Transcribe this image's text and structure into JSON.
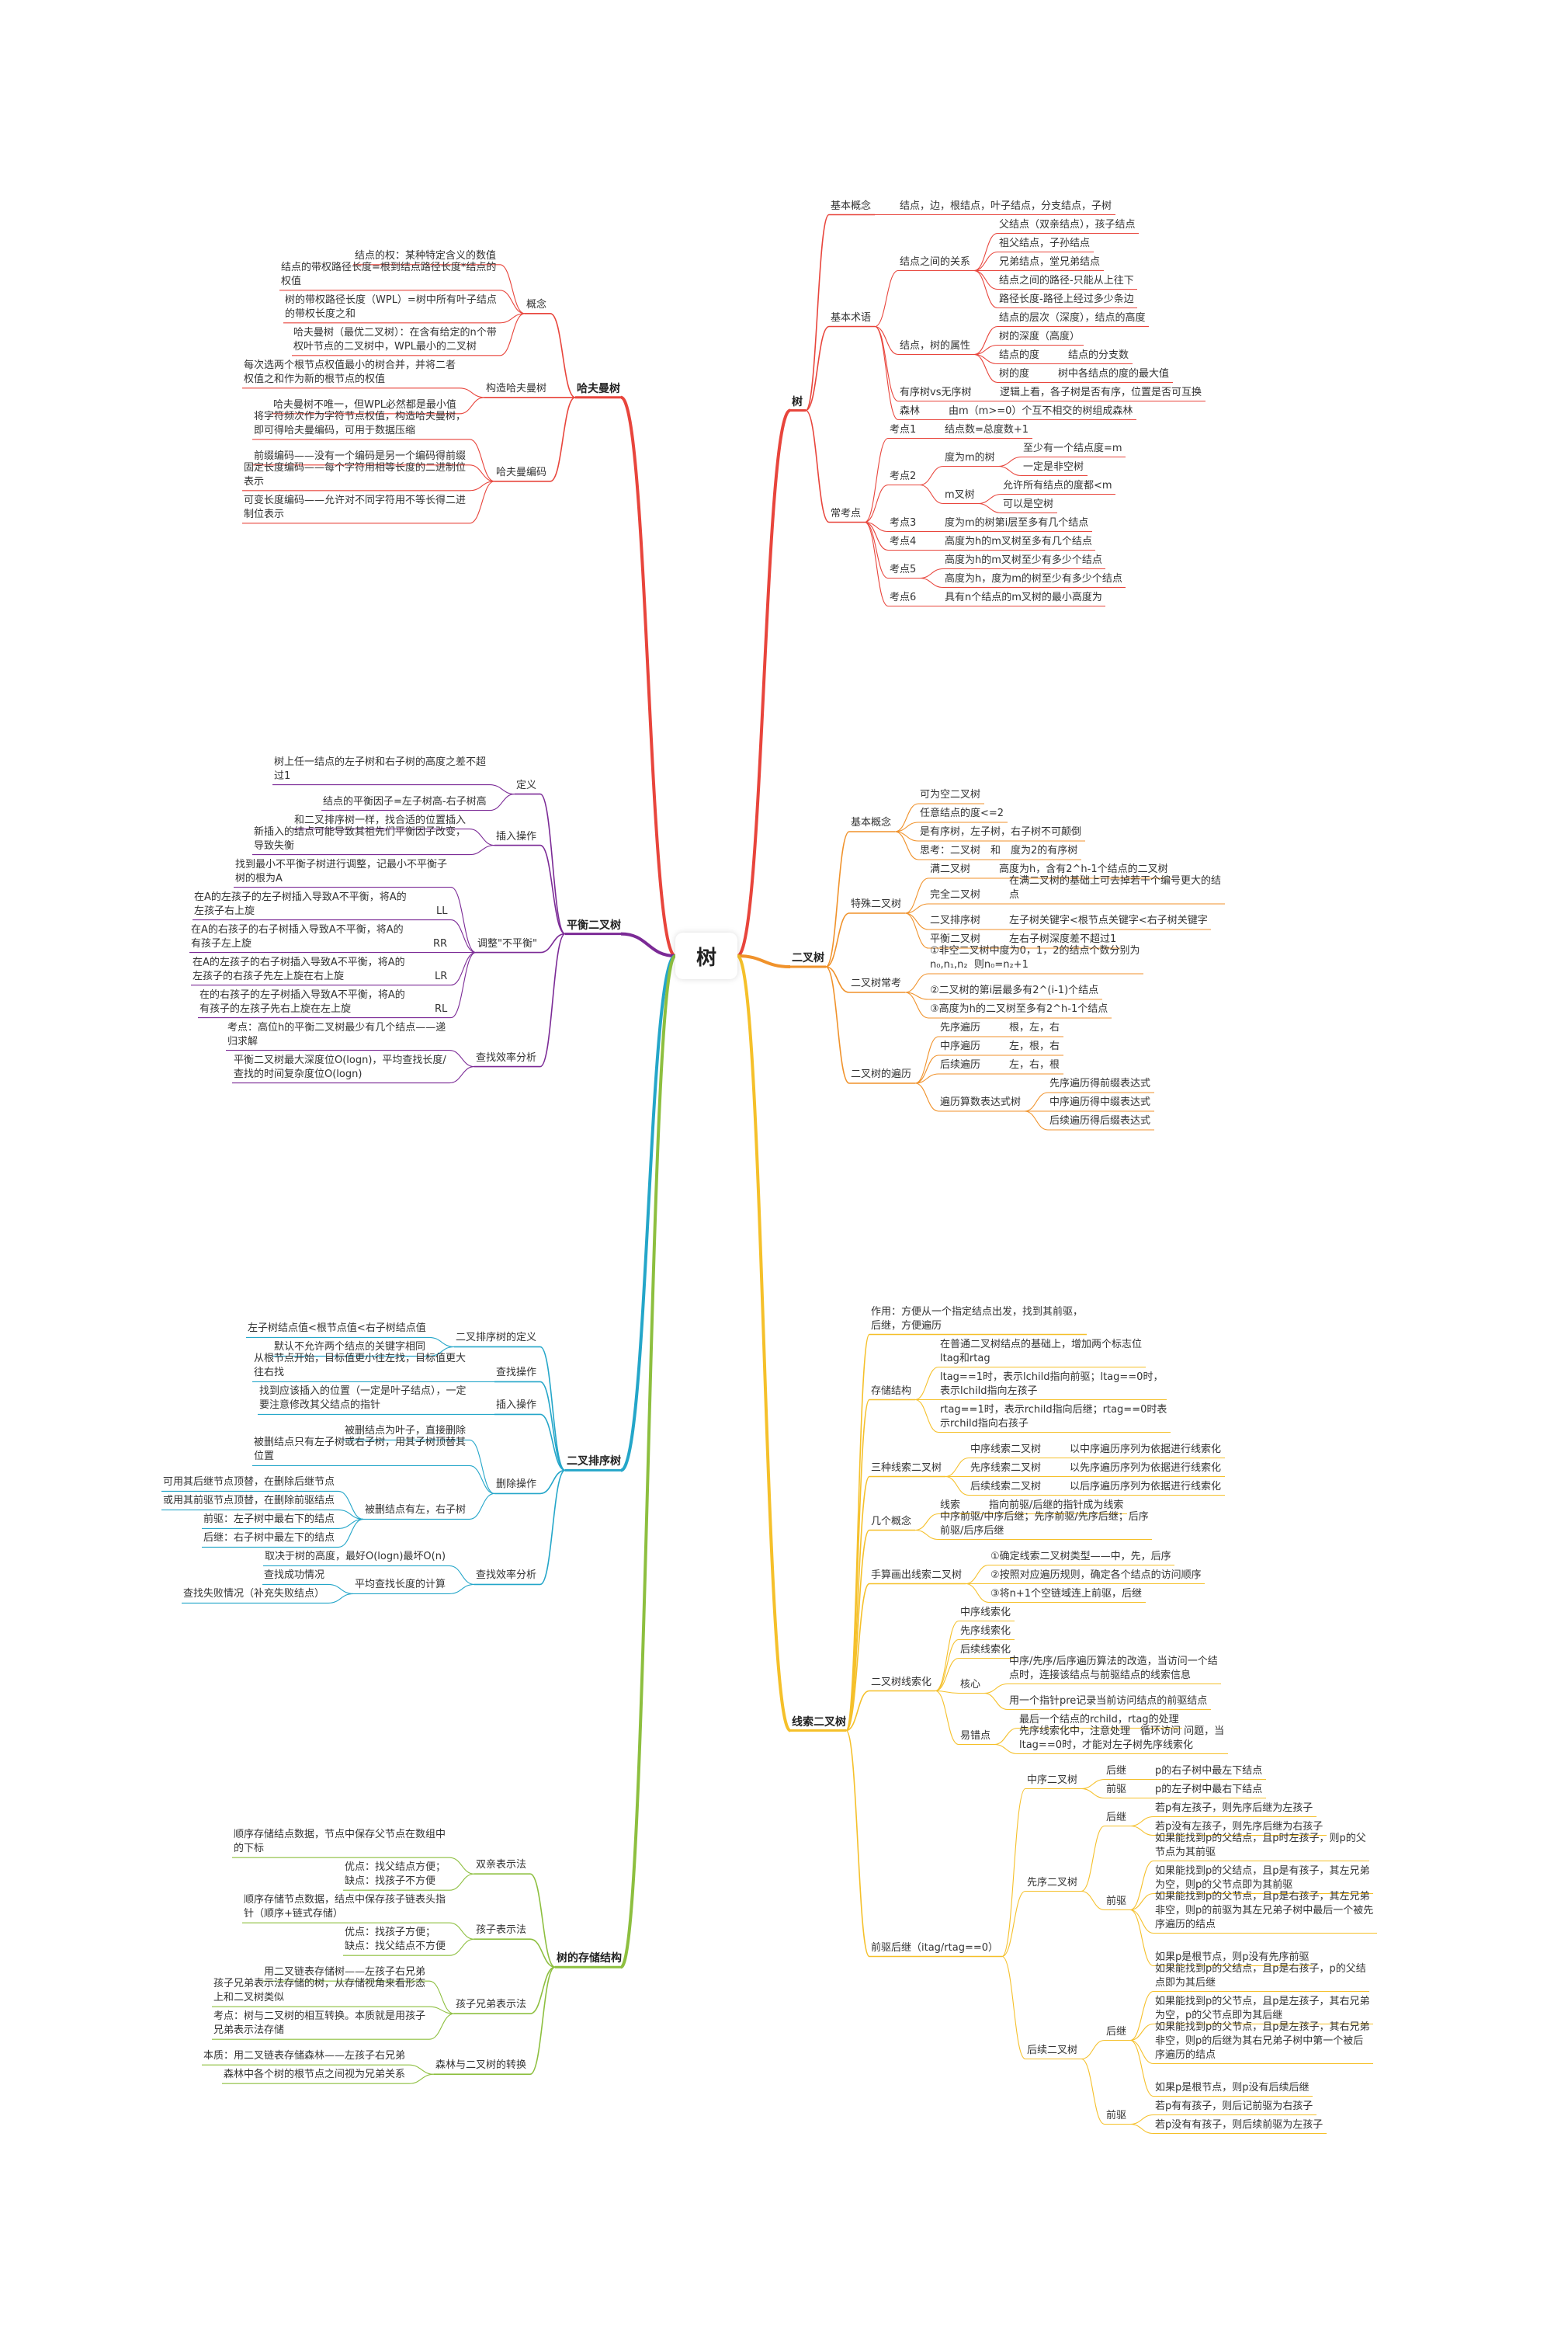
{
  "root": {
    "label": "树"
  },
  "colors": {
    "shu": "#e8453c",
    "erchashu": "#f0922b",
    "xiansuo": "#f5c02a",
    "cunchu": "#8dbf3f",
    "paixu": "#24a6c9",
    "pingheng": "#7b2a96",
    "hafuman": "#e8453c"
  },
  "branches": [
    {
      "key": "shu",
      "side": "right",
      "label": "树",
      "children": [
        {
          "label": "基本概念",
          "children": [
            {
              "label": "结点，边，根结点，叶子结点，分支结点，子树"
            }
          ]
        },
        {
          "label": "基本术语",
          "children": [
            {
              "label": "结点之间的关系",
              "children": [
                {
                  "label": "父结点（双亲结点），孩子结点"
                },
                {
                  "label": "祖父结点，子孙结点"
                },
                {
                  "label": "兄弟结点，堂兄弟结点"
                },
                {
                  "label": "结点之间的路径-只能从上往下"
                },
                {
                  "label": "路径长度-路径上经过多少条边"
                }
              ]
            },
            {
              "label": "结点，树的属性",
              "children": [
                {
                  "label": "结点的层次（深度），结点的高度"
                },
                {
                  "label": "树的深度（高度）"
                },
                {
                  "label": "结点的度",
                  "children": [
                    {
                      "label": "结点的分支数"
                    }
                  ]
                },
                {
                  "label": "树的度",
                  "children": [
                    {
                      "label": "树中各结点的度的最大值"
                    }
                  ]
                }
              ]
            },
            {
              "label": "有序树vs无序树",
              "children": [
                {
                  "label": "逻辑上看，各子树是否有序，位置是否可互换"
                }
              ]
            },
            {
              "label": "森林",
              "children": [
                {
                  "label": "由m（m>=0）个互不相交的树组成森林"
                }
              ]
            }
          ]
        },
        {
          "label": "常考点",
          "children": [
            {
              "label": "考点1",
              "children": [
                {
                  "label": "结点数=总度数+1"
                }
              ]
            },
            {
              "label": "考点2",
              "children": [
                {
                  "label": "度为m的树",
                  "children": [
                    {
                      "label": "至少有一个结点度=m"
                    },
                    {
                      "label": "一定是非空树"
                    }
                  ]
                },
                {
                  "label": "m叉树",
                  "children": [
                    {
                      "label": "允许所有结点的度都<m"
                    },
                    {
                      "label": "可以是空树"
                    }
                  ]
                }
              ]
            },
            {
              "label": "考点3",
              "children": [
                {
                  "label": "度为m的树第i层至多有几个结点"
                }
              ]
            },
            {
              "label": "考点4",
              "children": [
                {
                  "label": "高度为h的m叉树至多有几个结点"
                }
              ]
            },
            {
              "label": "考点5",
              "children": [
                {
                  "label": "高度为h的m叉树至少有多少个结点"
                },
                {
                  "label": "高度为h，度为m的树至少有多少个结点"
                }
              ]
            },
            {
              "label": "考点6",
              "children": [
                {
                  "label": "具有n个结点的m叉树的最小高度为"
                }
              ]
            }
          ]
        }
      ]
    },
    {
      "key": "erchashu",
      "side": "right",
      "label": "二叉树",
      "children": [
        {
          "label": "基本概念",
          "children": [
            {
              "label": "可为空二叉树"
            },
            {
              "label": "任意结点的度<=2"
            },
            {
              "label": "是有序树，左子树，右子树不可颠倒"
            },
            {
              "label": "思考：二叉树　和　度为2的有序树"
            }
          ]
        },
        {
          "label": "特殊二叉树",
          "children": [
            {
              "label": "满二叉树",
              "children": [
                {
                  "label": "高度为h，含有2^h-1个结点的二叉树"
                }
              ]
            },
            {
              "label": "完全二叉树",
              "children": [
                {
                  "label": "在满二叉树的基础上可去掉若干个编号更大的结\n点"
                }
              ]
            },
            {
              "label": "二叉排序树",
              "children": [
                {
                  "label": "左子树关键字<根节点关键字<右子树关键字"
                }
              ]
            },
            {
              "label": "平衡二叉树",
              "children": [
                {
                  "label": "左右子树深度差不超过1"
                }
              ]
            }
          ]
        },
        {
          "label": "二叉树常考",
          "children": [
            {
              "label": "①非空二叉树中度为0，1，2的结点个数分别为\nn₀,n₁,n₂  则n₀=n₂+1"
            },
            {
              "label": "②二叉树的第i层最多有2^(i-1)个结点"
            },
            {
              "label": "③高度为h的二叉树至多有2^h-1个结点"
            }
          ]
        },
        {
          "label": "二叉树的遍历",
          "children": [
            {
              "label": "先序遍历",
              "children": [
                {
                  "label": "根，左，右"
                }
              ]
            },
            {
              "label": "中序遍历",
              "children": [
                {
                  "label": "左，根，右"
                }
              ]
            },
            {
              "label": "后续遍历",
              "children": [
                {
                  "label": "左，右，根"
                }
              ]
            },
            {
              "label": "遍历算数表达式树",
              "children": [
                {
                  "label": "先序遍历得前缀表达式"
                },
                {
                  "label": "中序遍历得中缀表达式"
                },
                {
                  "label": "后续遍历得后缀表达式"
                }
              ]
            }
          ]
        }
      ]
    },
    {
      "key": "xiansuo",
      "side": "right",
      "label": "线索二叉树",
      "children": [
        {
          "label": "作用：方便从一个指定结点出发，找到其前驱，\n后继，方便遍历"
        },
        {
          "label": "存储结构",
          "children": [
            {
              "label": "在普通二叉树结点的基础上，增加两个标志位\nltag和rtag"
            },
            {
              "label": "ltag==1时，表示lchild指向前驱；ltag==0时，\n表示lchild指向左孩子"
            },
            {
              "label": "rtag==1时，表示rchild指向后继；rtag==0时表\n示rchild指向右孩子"
            }
          ]
        },
        {
          "label": "三种线索二叉树",
          "children": [
            {
              "label": "中序线索二叉树",
              "children": [
                {
                  "label": "以中序遍历序列为依据进行线索化"
                }
              ]
            },
            {
              "label": "先序线索二叉树",
              "children": [
                {
                  "label": "以先序遍历序列为依据进行线索化"
                }
              ]
            },
            {
              "label": "后续线索二叉树",
              "children": [
                {
                  "label": "以后序遍历序列为依据进行线索化"
                }
              ]
            }
          ]
        },
        {
          "label": "几个概念",
          "children": [
            {
              "label": "线索",
              "children": [
                {
                  "label": "指向前驱/后继的指针成为线索"
                }
              ]
            },
            {
              "label": "中序前驱/中序后继；先序前驱/先序后继；后序\n前驱/后序后继"
            }
          ]
        },
        {
          "label": "手算画出线索二叉树",
          "children": [
            {
              "label": "①确定线索二叉树类型——中，先，后序"
            },
            {
              "label": "②按照对应遍历规则，确定各个结点的访问顺序"
            },
            {
              "label": "③将n+1个空链域连上前驱，后继"
            }
          ]
        },
        {
          "label": "二叉树线索化",
          "children": [
            {
              "label": "中序线索化"
            },
            {
              "label": "先序线索化"
            },
            {
              "label": "后续线索化"
            },
            {
              "label": "核心",
              "children": [
                {
                  "label": "中序/先序/后序遍历算法的改造，当访问一个结\n点时，连接该结点与前驱结点的线索信息"
                },
                {
                  "label": "用一个指针pre记录当前访问结点的前驱结点"
                }
              ]
            },
            {
              "label": "易错点",
              "children": [
                {
                  "label": "最后一个结点的rchild，rtag的处理"
                },
                {
                  "label": "先序线索化中，注意处理　循环访问 问题，当\nltag==0时，才能对左子树先序线索化"
                }
              ]
            }
          ]
        },
        {
          "label": "前驱后继（itag/rtag==0）",
          "children": [
            {
              "label": "中序二叉树",
              "children": [
                {
                  "label": "后继",
                  "children": [
                    {
                      "label": "p的右子树中最左下结点"
                    }
                  ]
                },
                {
                  "label": "前驱",
                  "children": [
                    {
                      "label": "p的左子树中最右下结点"
                    }
                  ]
                }
              ]
            },
            {
              "label": "先序二叉树",
              "children": [
                {
                  "label": "后继",
                  "children": [
                    {
                      "label": "若p有左孩子，则先序后继为左孩子"
                    },
                    {
                      "label": "若p没有左孩子，则先序后继为右孩子"
                    }
                  ]
                },
                {
                  "label": "前驱",
                  "children": [
                    {
                      "label": "如果能找到p的父结点，且p时左孩子，则p的父\n节点为其前驱"
                    },
                    {
                      "label": "如果能找到p的父结点，且p是有孩子，其左兄弟\n为空，则p的父节点即为其前驱"
                    },
                    {
                      "label": "如果能找到p的父节点，且p是右孩子，其左兄弟\n非空，则p的前驱为其左兄弟子树中最后一个被先\n序遍历的结点"
                    },
                    {
                      "label": "如果p是根节点，则p没有先序前驱"
                    }
                  ]
                }
              ]
            },
            {
              "label": "后续二叉树",
              "children": [
                {
                  "label": "后继",
                  "children": [
                    {
                      "label": "如果能找到p的父结点，且p是右孩子，p的父结\n点即为其后继"
                    },
                    {
                      "label": "如果能找到p的父节点，且p是左孩子，其右兄弟\n为空，p的父节点即为其后继"
                    },
                    {
                      "label": "如果能找到p的父节点，且p是左孩子，其右兄弟\n非空，则p的后继为其右兄弟子树中第一个被后\n序遍历的结点"
                    },
                    {
                      "label": "如果p是根节点，则p没有后续后继"
                    }
                  ]
                },
                {
                  "label": "前驱",
                  "children": [
                    {
                      "label": "若p有有孩子，则后记前驱为右孩子"
                    },
                    {
                      "label": "若p没有有孩子，则后续前驱为左孩子"
                    }
                  ]
                }
              ]
            }
          ]
        }
      ]
    },
    {
      "key": "hafuman",
      "side": "left",
      "label": "哈夫曼树",
      "children": [
        {
          "label": "概念",
          "children": [
            {
              "label": "结点的权：某种特定含义的数值"
            },
            {
              "label": "结点的带权路径长度=根到结点路径长度*结点的\n权值"
            },
            {
              "label": "树的带权路径长度（WPL）=树中所有叶子结点\n的带权长度之和"
            },
            {
              "label": "哈夫曼树（最优二叉树）：在含有给定的n个带\n权叶节点的二叉树中，WPL最小的二叉树"
            }
          ]
        },
        {
          "label": "构造哈夫曼树",
          "children": [
            {
              "label": "每次选两个根节点权值最小的树合并，并将二者\n权值之和作为新的根节点的权值"
            },
            {
              "label": "哈夫曼树不唯一，但WPL必然都是最小值"
            }
          ]
        },
        {
          "label": "哈夫曼编码",
          "children": [
            {
              "label": "将字符频次作为字符节点权值，构造哈夫曼树，\n即可得哈夫曼编码，可用于数据压缩"
            },
            {
              "label": "前缀编码——没有一个编码是另一个编码得前缀"
            },
            {
              "label": "固定长度编码——每个字符用相等长度的二进制位\n表示"
            },
            {
              "label": "可变长度编码——允许对不同字符用不等长得二进\n制位表示"
            }
          ]
        }
      ]
    },
    {
      "key": "pingheng",
      "side": "left",
      "label": "平衡二叉树",
      "children": [
        {
          "label": "定义",
          "children": [
            {
              "label": "树上任一结点的左子树和右子树的高度之差不超\n过1"
            },
            {
              "label": "结点的平衡因子=左子树高-右子树高"
            }
          ]
        },
        {
          "label": "插入操作",
          "children": [
            {
              "label": "和二叉排序树一样，找合适的位置插入"
            },
            {
              "label": "新插入的结点可能导致其祖先们平衡因子改变，\n导致失衡"
            }
          ]
        },
        {
          "label": "调整\"不平衡\"",
          "children": [
            {
              "label": "找到最小不平衡子树进行调整，记最小不平衡子\n树的根为A"
            },
            {
              "label": "LL",
              "children": [
                {
                  "label": "在A的左孩子的左子树插入导致A不平衡，将A的\n左孩子右上旋"
                }
              ]
            },
            {
              "label": "RR",
              "children": [
                {
                  "label": "在A的右孩子的右子树插入导致A不平衡，将A的\n有孩子左上旋"
                }
              ]
            },
            {
              "label": "LR",
              "children": [
                {
                  "label": "在A的左孩子的右子树插入导致A不平衡，将A的\n左孩子的右孩子先左上旋在右上旋"
                }
              ]
            },
            {
              "label": "RL",
              "children": [
                {
                  "label": "在的右孩子的左子树插入导致A不平衡，将A的\n有孩子的左孩子先右上旋在左上旋"
                }
              ]
            }
          ]
        },
        {
          "label": "查找效率分析",
          "children": [
            {
              "label": "考点：高位h的平衡二叉树最少有几个结点——递\n归求解"
            },
            {
              "label": "平衡二叉树最大深度位O(logn)，平均查找长度/\n查找的时间复杂度位O(logn)"
            }
          ]
        }
      ]
    },
    {
      "key": "paixu",
      "side": "left",
      "label": "二叉排序树",
      "children": [
        {
          "label": "二叉排序树的定义",
          "children": [
            {
              "label": "左子树结点值<根节点值<右子树结点值"
            },
            {
              "label": "默认不允许两个结点的关键字相同"
            }
          ]
        },
        {
          "label": "查找操作",
          "children": [
            {
              "label": "从根节点开始，目标值更小往左找，目标值更大\n往右找"
            }
          ]
        },
        {
          "label": "插入操作",
          "children": [
            {
              "label": "找到应该插入的位置（一定是叶子结点），一定\n要注意修改其父结点的指针"
            }
          ]
        },
        {
          "label": "删除操作",
          "children": [
            {
              "label": "被删结点为叶子，直接删除"
            },
            {
              "label": "被删结点只有左子树或右子树，用其子树顶替其\n位置"
            },
            {
              "label": "被删结点有左，右子树",
              "children": [
                {
                  "label": "可用其后继节点顶替，在删除后继节点"
                },
                {
                  "label": "或用其前驱节点顶替，在删除前驱结点"
                },
                {
                  "label": "前驱：左子树中最右下的结点"
                },
                {
                  "label": "后继：右子树中最左下的结点"
                }
              ]
            }
          ]
        },
        {
          "label": "查找效率分析",
          "children": [
            {
              "label": "取决于树的高度，最好O(logn)最坏O(n)"
            },
            {
              "label": "平均查找长度的计算",
              "children": [
                {
                  "label": "查找成功情况"
                },
                {
                  "label": "查找失败情况（补充失败结点）"
                }
              ]
            }
          ]
        }
      ]
    },
    {
      "key": "cunchu",
      "side": "left",
      "label": "树的存储结构",
      "children": [
        {
          "label": "双亲表示法",
          "children": [
            {
              "label": "顺序存储结点数据，节点中保存父节点在数组中\n的下标"
            },
            {
              "label": "优点：找父结点方便；\n缺点：找孩子不方便"
            }
          ]
        },
        {
          "label": "孩子表示法",
          "children": [
            {
              "label": "顺序存储节点数据，结点中保存孩子链表头指\n针（顺序+链式存储）"
            },
            {
              "label": "优点：找孩子方便；\n缺点：找父结点不方便"
            }
          ]
        },
        {
          "label": "孩子兄弟表示法",
          "children": [
            {
              "label": "用二叉链表存储树——左孩子右兄弟"
            },
            {
              "label": "孩子兄弟表示法存储的树，从存储视角来看形态\n上和二叉树类似"
            },
            {
              "label": "考点：树与二叉树的相互转换。本质就是用孩子\n兄弟表示法存储"
            }
          ]
        },
        {
          "label": "森林与二叉树的转换",
          "children": [
            {
              "label": "本质：用二叉链表存储森林——左孩子右兄弟"
            },
            {
              "label": "森林中各个树的根节点之间视为兄弟关系"
            }
          ]
        }
      ]
    }
  ]
}
